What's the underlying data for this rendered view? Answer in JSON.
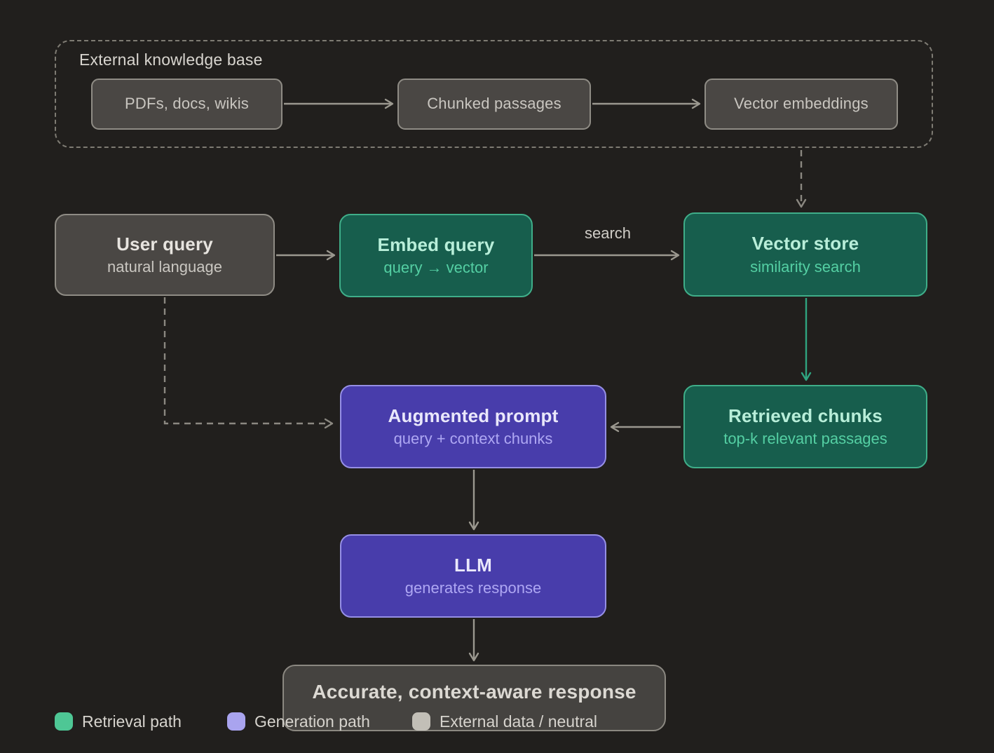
{
  "knowledge_base": {
    "label": "External knowledge base",
    "nodes": [
      {
        "title": "PDFs, docs, wikis"
      },
      {
        "title": "Chunked passages"
      },
      {
        "title": "Vector embeddings"
      }
    ]
  },
  "nodes": {
    "user_query": {
      "title": "User query",
      "subtitle": "natural language"
    },
    "embed_query": {
      "title": "Embed query",
      "subtitle": "query → vector"
    },
    "vector_store": {
      "title": "Vector store",
      "subtitle": "similarity search"
    },
    "retrieved_chunks": {
      "title": "Retrieved chunks",
      "subtitle": "top-k relevant passages"
    },
    "augmented_prompt": {
      "title": "Augmented prompt",
      "subtitle": "query + context chunks"
    },
    "llm": {
      "title": "LLM",
      "subtitle": "generates response"
    },
    "response": {
      "title": "Accurate, context-aware response"
    }
  },
  "edges": {
    "search_label": "search"
  },
  "legend": [
    {
      "label": "Retrieval path",
      "color": "#4ec795"
    },
    {
      "label": "Generation path",
      "color": "#a9a4ef"
    },
    {
      "label": "External data / neutral",
      "color": "#c2bfb7"
    }
  ],
  "colors": {
    "background": "#211f1d",
    "retrieval_fill": "#175e4d",
    "retrieval_border": "#3fae89",
    "generation_fill": "#483dab",
    "generation_border": "#968fe5",
    "neutral_fill": "#4a4744",
    "neutral_border": "#8f8c85",
    "arrow_neutral": "#9b988f",
    "arrow_retrieval": "#2fa580",
    "dashed_line": "#8b8881"
  }
}
